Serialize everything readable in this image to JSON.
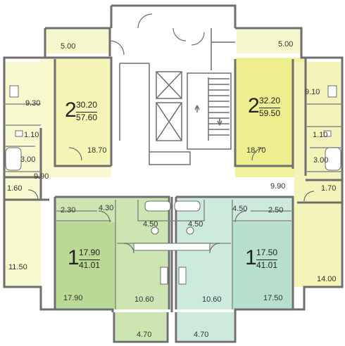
{
  "apartments": [
    {
      "rooms": "2",
      "living_area": "30.20",
      "total_area": "57.60"
    },
    {
      "rooms": "2",
      "living_area": "32.20",
      "total_area": "59.50"
    },
    {
      "rooms": "1",
      "living_area": "17.90",
      "total_area": "41.01"
    },
    {
      "rooms": "1",
      "living_area": "17.50",
      "total_area": "41.01"
    }
  ],
  "room_areas": [
    "5.00",
    "5.00",
    "9.30",
    "9.10",
    "1.10",
    "1.10",
    "3.00",
    "3.00",
    "18.70",
    "18.70",
    "9.90",
    "9.90",
    "1.60",
    "1.70",
    "11.50",
    "14.00",
    "2.30",
    "4.30",
    "4.50",
    "2.50",
    "4.50",
    "4.50",
    "17.90",
    "17.50",
    "10.60",
    "10.60",
    "4.70",
    "4.70"
  ],
  "colors": {
    "wall": "#6e6e6e",
    "two_room_left": "#f9f9cf",
    "two_room_right": "#f1f29e",
    "balcony_yellow": "#f7f7cd",
    "one_room_left": "#cde6b1",
    "one_room_right": "#ccebdc",
    "one_room_left_accent": "#b9d994",
    "one_room_right_accent": "#b6e0cc",
    "stair_core": "#ffffff"
  }
}
